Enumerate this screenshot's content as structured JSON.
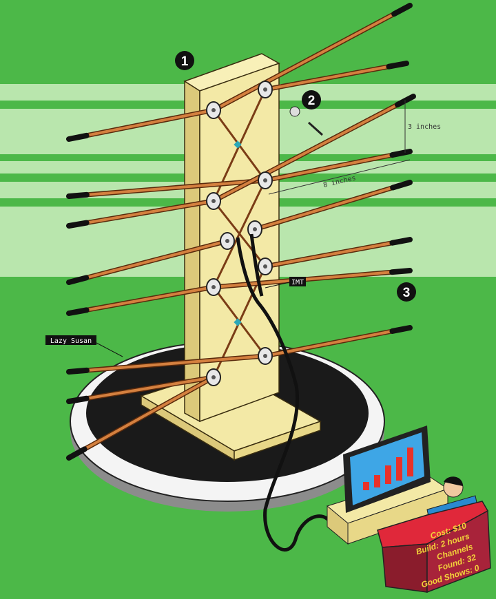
{
  "callouts": {
    "one": "1",
    "two": "2",
    "three": "3"
  },
  "dimensions": {
    "vertical": "3 inches",
    "horizontal": "8 inches"
  },
  "labels": {
    "transformer": "IMT",
    "base": "Lazy Susan"
  },
  "stats": {
    "cost": "Cost: $10",
    "build": "Build: 2 hours",
    "channels": "Channels",
    "found": "Found: 32",
    "good_shows": "Good Shows: 0"
  },
  "colors": {
    "background": "#4cb848",
    "band": "#b9e6ad",
    "wood": "#f3e9a6",
    "rod": "#c8743a",
    "chair": "#b0243a"
  }
}
